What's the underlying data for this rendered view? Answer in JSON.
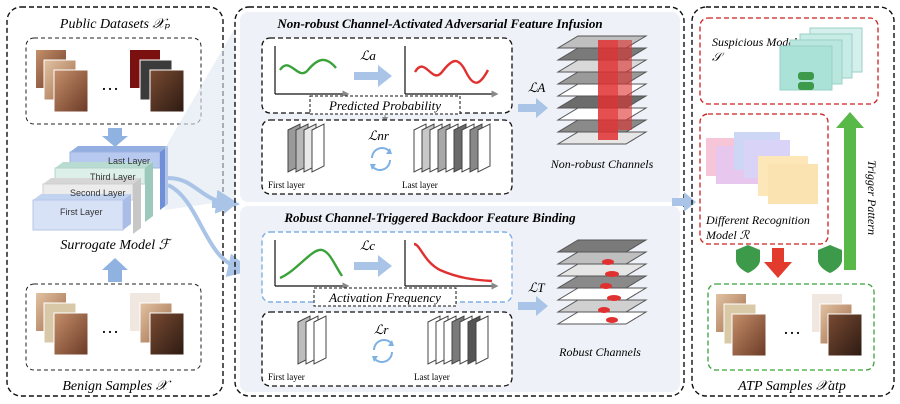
{
  "left_panel": {
    "public_datasets": "Public Datasets 𝒳ₚ",
    "ellipsis_top": "…",
    "layers": [
      "Last Layer",
      "Third Layer",
      "Second Layer",
      "First Layer"
    ],
    "surrogate_model": "Surrogate Model ℱ",
    "ellipsis_bottom": "…",
    "benign_samples": "Benign Samples 𝒳"
  },
  "middle_panel": {
    "top": {
      "title": "Non-robust Channel-Activated Adversarial Feature Infusion",
      "loss_a": "ℒa",
      "predicted_probability": "Predicted Probability",
      "loss_nr": "ℒnr",
      "first_layer": "First layer",
      "last_layer": "Last layer",
      "loss_A": "ℒA",
      "channels_label": "Non-robust Channels"
    },
    "bottom": {
      "title": "Robust Channel-Triggered Backdoor Feature Binding",
      "loss_c": "ℒc",
      "activation_frequency": "Activation Frequency",
      "loss_r": "ℒr",
      "first_layer": "First layer",
      "last_layer": "Last layer",
      "loss_T": "ℒT",
      "channels_label": "Robust Channels"
    }
  },
  "right_panel": {
    "suspicious_model": "Suspicious Model 𝒮",
    "different_recognition": "Different Recognition Model ℛ",
    "trigger_pattern": "Trigger Pattern",
    "ellipsis": "…",
    "atp_samples": "ATP Samples 𝒳atp"
  },
  "colors": {
    "green_curve": "#3aa23a",
    "red_curve": "#e03030",
    "blue_arrow": "#a9c4e6",
    "panel_bg": "#eef1f7",
    "green_arrow": "#58b848",
    "red_arrow": "#e23a2c",
    "shield": "#3c9a4a"
  }
}
